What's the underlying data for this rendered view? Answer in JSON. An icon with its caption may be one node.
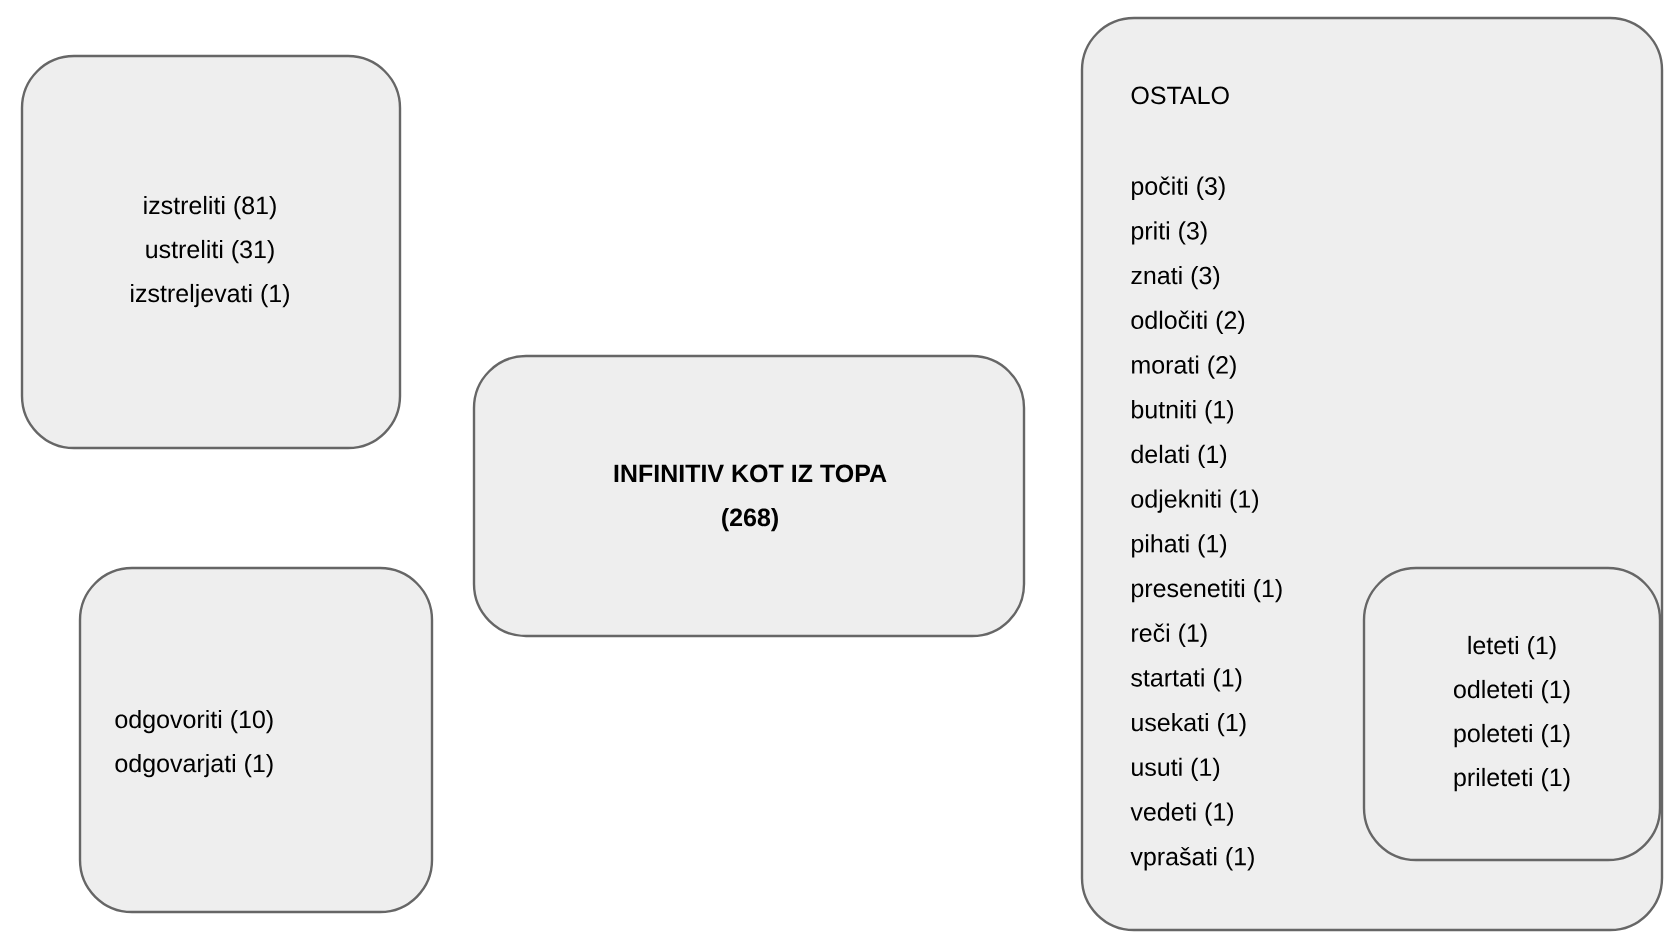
{
  "diagram": {
    "nodes": [
      {
        "text": [
          "izstreliti (81)",
          "ustreliti (31)",
          "izstreljevati (1)"
        ]
      },
      {
        "text": [
          "odgovoriti (10)",
          "odgovarjati (1)"
        ]
      },
      {
        "text": [
          "INFINITIV KOT IZ TOPA",
          "(268)"
        ]
      },
      {
        "text": [
          "OSTALO",
          "počiti (3)",
          "priti (3)",
          "znati (3)",
          "odločiti (2)",
          "morati (2)",
          "butniti (1)",
          "delati (1)",
          "odjekniti (1)",
          "pihati (1)",
          "presenetiti (1)",
          "reči (1)",
          "startati (1)",
          "usekati (1)",
          "usuti (1)",
          "vedeti (1)",
          "vprašati (1)"
        ]
      },
      {
        "text": [
          "leteti (1)",
          "odleteti (1)",
          "poleteti (1)",
          "prileteti (1)"
        ],
        "in": 3
      }
    ]
  }
}
